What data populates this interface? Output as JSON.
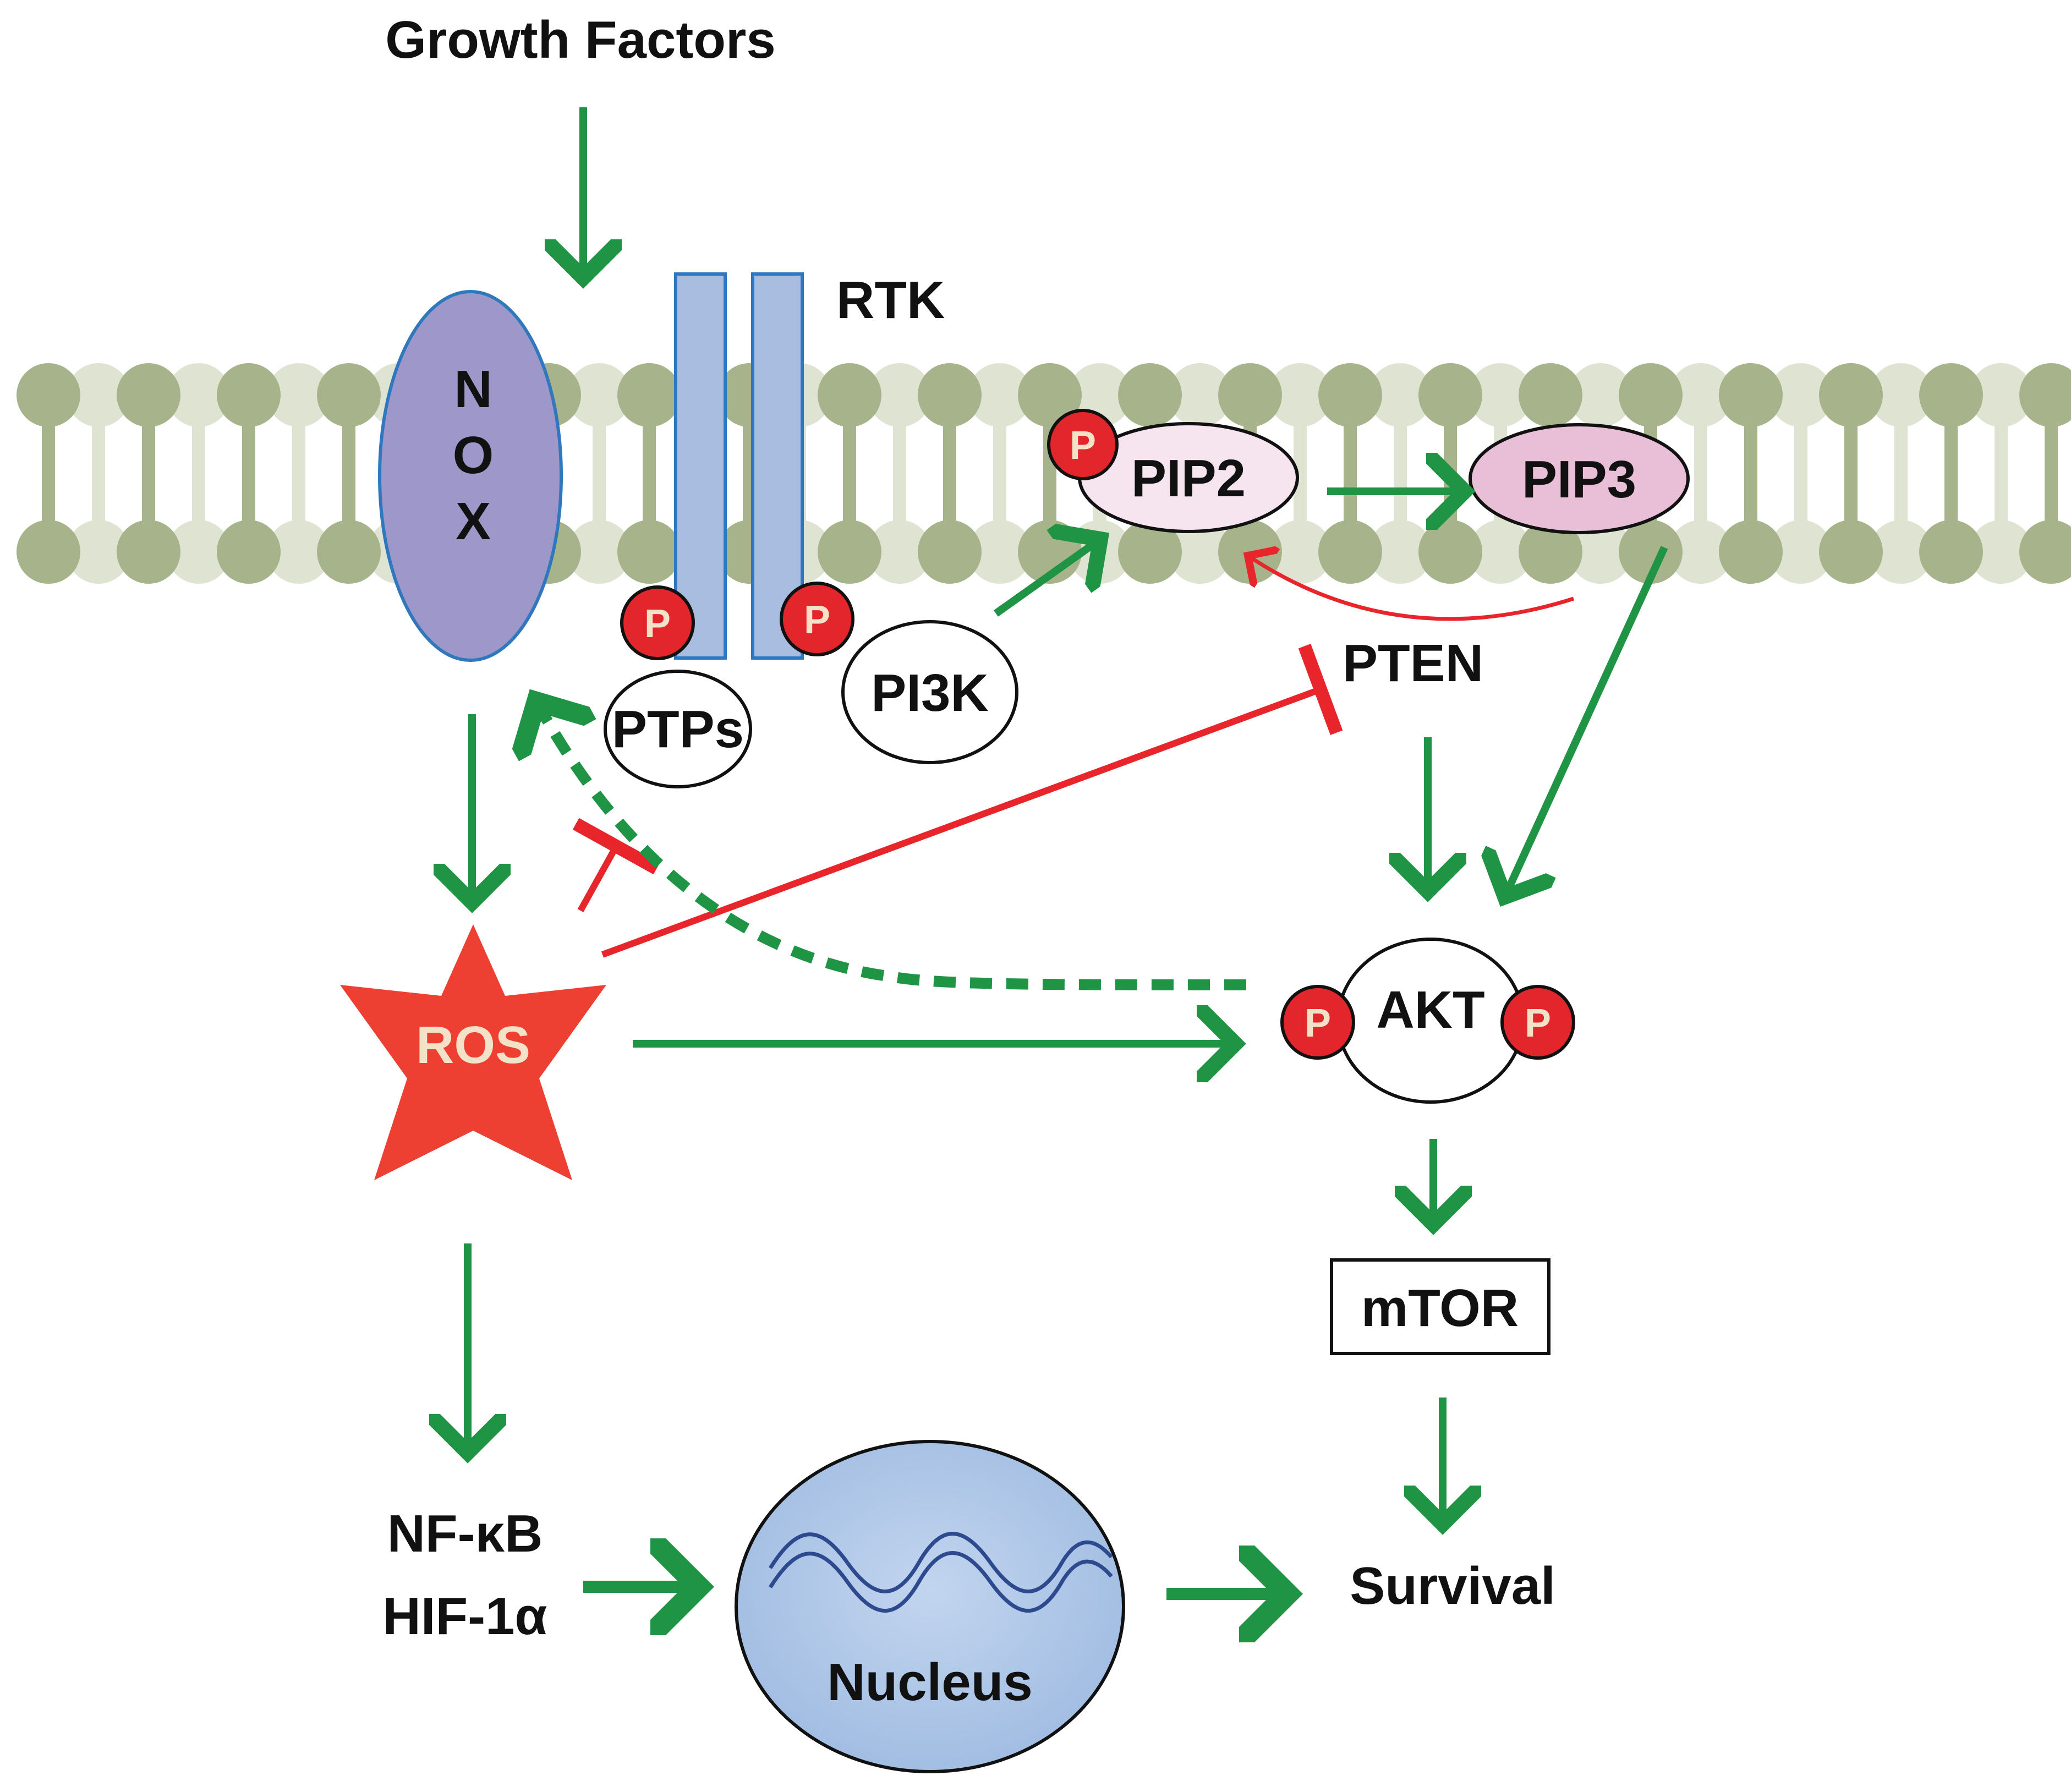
{
  "diagram": {
    "labels": {
      "growth_factors": "Growth Factors",
      "rtk": "RTK",
      "nox_letters": [
        "N",
        "O",
        "X"
      ],
      "pip2": "PIP2",
      "pip3": "PIP3",
      "ptps": "PTPs",
      "pi3k": "PI3K",
      "pten": "PTEN",
      "akt": "AKT",
      "ros": "ROS",
      "mtor": "mTOR",
      "nfkb": "NF-κB",
      "hif1a": "HIF-1α",
      "nucleus": "Nucleus",
      "survival": "Survival",
      "phospho": "P"
    },
    "colors": {
      "activation_arrow": "#1f9444",
      "inhibition_line": "#e8252a",
      "membrane_head_dark": "#a7b48b",
      "membrane_head_light": "#dfe4d2",
      "nox_fill": "#9e97c9",
      "nox_stroke": "#2f78bd",
      "rtk_fill": "#a8bde0",
      "phospho_fill": "#e3262b",
      "pip2_fill": "#f6e4ee",
      "pip3_fill": "#e8bfd7",
      "ros_star": "#ee3f33",
      "nucleus_fill": "#adc5e6"
    }
  }
}
